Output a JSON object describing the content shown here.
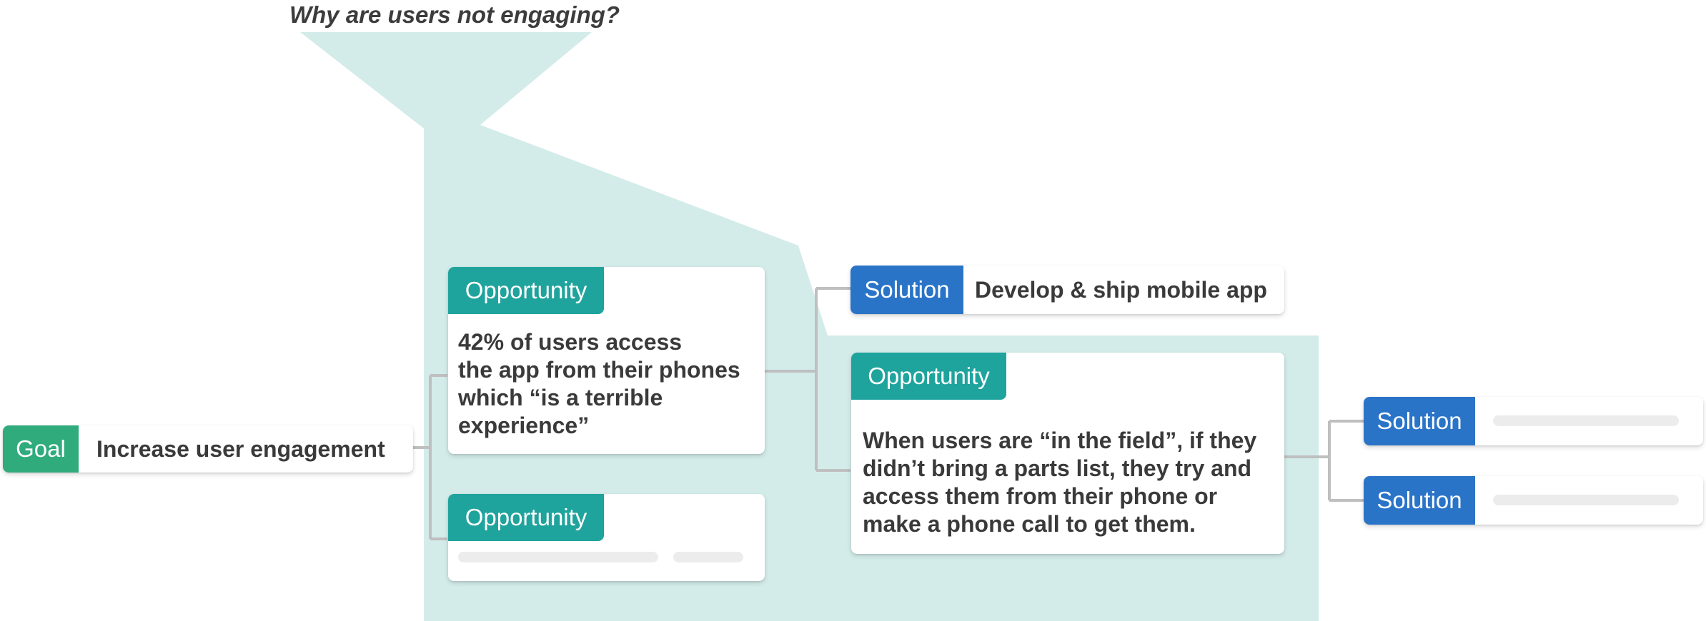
{
  "question": "Why are users not engaging?",
  "goal": {
    "tag": "Goal",
    "text": "Increase user engagement"
  },
  "opportunity_1": {
    "tag": "Opportunity",
    "text": "42% of users access\nthe app from their phones\nwhich “is a terrible\nexperience”"
  },
  "opportunity_2": {
    "tag": "Opportunity"
  },
  "solution_1": {
    "tag": "Solution",
    "text": "Develop & ship mobile app"
  },
  "opportunity_3": {
    "tag": "Opportunity",
    "text": "When users are “in the field”, if they\ndidn’t bring a parts list, they try and\naccess them from their phone or\nmake a phone call to get them."
  },
  "solution_2": {
    "tag": "Solution"
  },
  "solution_3": {
    "tag": "Solution"
  },
  "colors": {
    "funnel": "#d3ecea",
    "connector": "#bfbfbf",
    "goal": "#2fab7c",
    "opportunity": "#1fa39d",
    "solution": "#2a74c8"
  }
}
